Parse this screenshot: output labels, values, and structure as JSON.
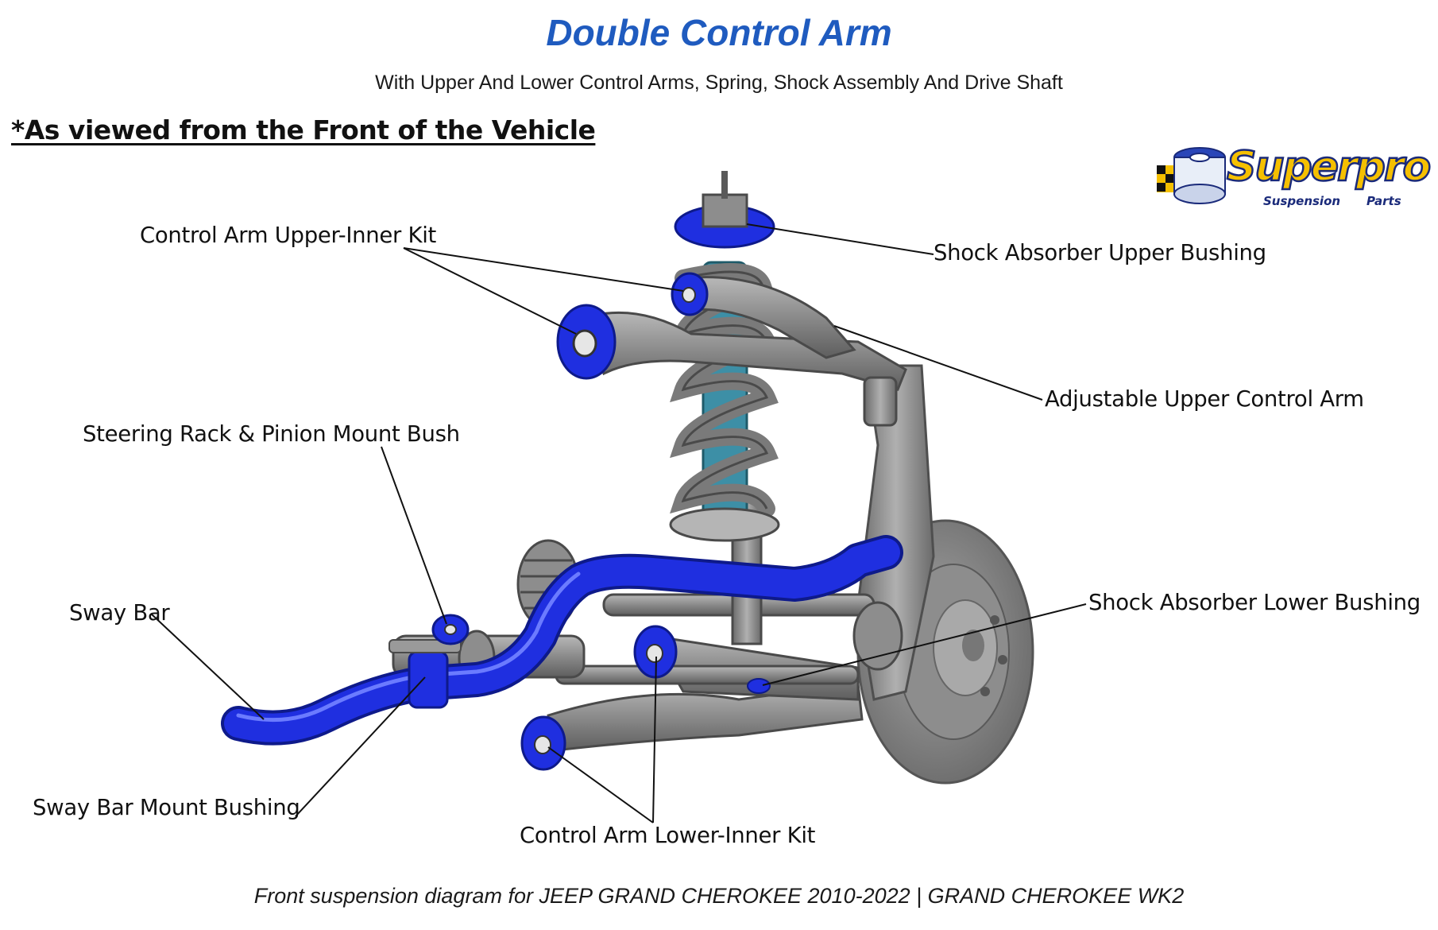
{
  "header": {
    "title": "Double Control Arm",
    "subtitle": "With Upper And Lower Control Arms, Spring, Shock Assembly And Drive Shaft",
    "viewpoint_note": "*As viewed from the Front of the Vehicle"
  },
  "logo": {
    "wordmark": "Superpro",
    "tag_left": "Suspension",
    "tag_right": "Parts"
  },
  "callouts": {
    "upper_inner": "Control Arm Upper-Inner Kit",
    "shock_upper": "Shock Absorber Upper Bushing",
    "adjustable_upper": "Adjustable Upper Control Arm",
    "steering_rack": "Steering Rack & Pinion Mount Bush",
    "sway_bar": "Sway Bar",
    "shock_lower": "Shock Absorber Lower Bushing",
    "sway_bar_mount": "Sway Bar Mount Bushing",
    "lower_inner": "Control Arm Lower-Inner Kit"
  },
  "footer": {
    "caption": "Front suspension diagram for JEEP GRAND CHEROKEE 2010-2022 | GRAND CHEROKEE WK2"
  },
  "colors": {
    "title": "#1f5bbf",
    "bushing_blue": "#1f2fe0",
    "metal_grey": "#8e8e8e",
    "spring_sleeve": "#3d8fa6",
    "logo_yellow": "#f5c000",
    "logo_navy": "#1a2a7a"
  }
}
